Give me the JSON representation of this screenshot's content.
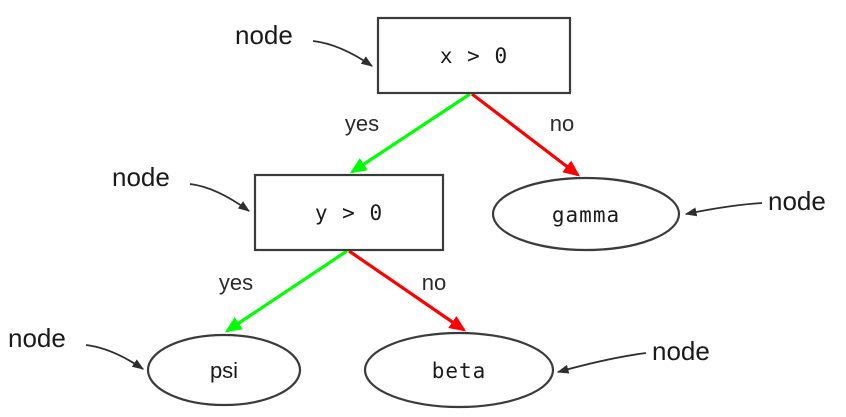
{
  "diagram": {
    "type": "decision-tree",
    "background_color": "#ffffff",
    "colors": {
      "yes_edge": "#00ff00",
      "no_edge": "#ff0000",
      "shape_stroke": "#3b3b3b",
      "annotation_stroke": "#2e2e2e",
      "text": "#1a1a1a"
    },
    "nodes": [
      {
        "id": "root",
        "shape": "box",
        "label": "x > 0"
      },
      {
        "id": "inner",
        "shape": "box",
        "label": "y > 0"
      },
      {
        "id": "gamma",
        "shape": "ellipse",
        "label": "gamma"
      },
      {
        "id": "psi",
        "shape": "ellipse",
        "label": "psi"
      },
      {
        "id": "beta",
        "shape": "ellipse",
        "label": "beta"
      }
    ],
    "edges": [
      {
        "from": "root",
        "to": "inner",
        "label": "yes",
        "color": "#00ff00"
      },
      {
        "from": "root",
        "to": "gamma",
        "label": "no",
        "color": "#ff0000"
      },
      {
        "from": "inner",
        "to": "psi",
        "label": "yes",
        "color": "#00ff00"
      },
      {
        "from": "inner",
        "to": "beta",
        "label": "no",
        "color": "#ff0000"
      }
    ],
    "annotations": [
      {
        "id": "annot-root",
        "text": "node",
        "target": "root"
      },
      {
        "id": "annot-inner",
        "text": "node",
        "target": "inner"
      },
      {
        "id": "annot-gamma",
        "text": "node",
        "target": "gamma"
      },
      {
        "id": "annot-psi",
        "text": "node",
        "target": "psi"
      },
      {
        "id": "annot-beta",
        "text": "node",
        "target": "beta"
      }
    ]
  }
}
